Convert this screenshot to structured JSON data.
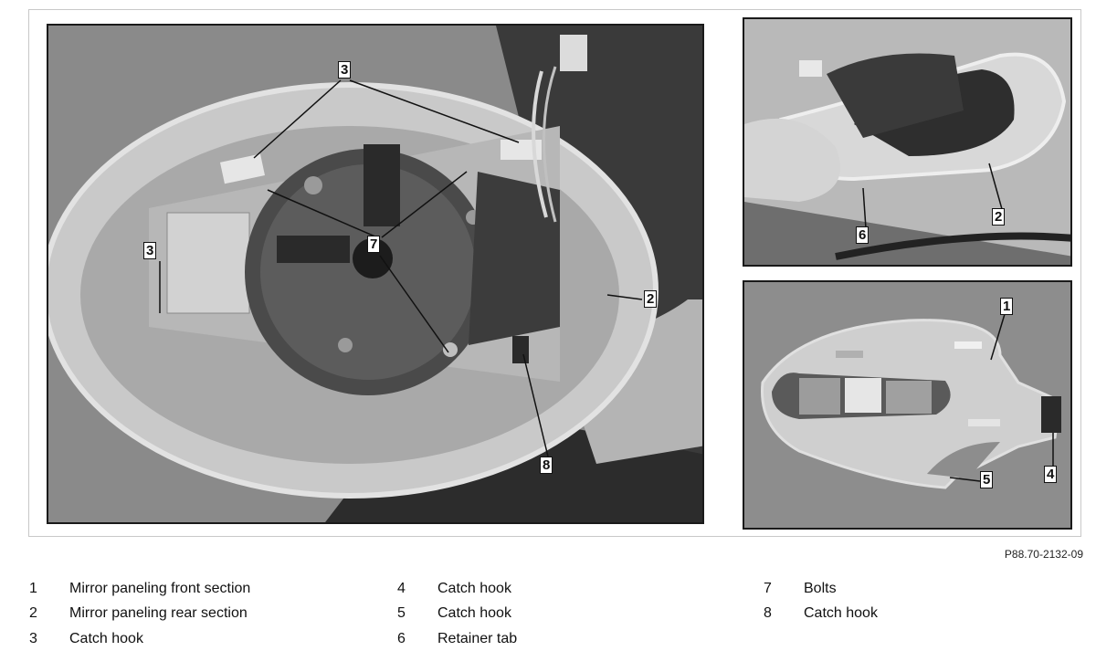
{
  "figure": {
    "id": "P88.70-2132-09",
    "callouts": {
      "main": [
        "3",
        "3",
        "7",
        "2",
        "8"
      ],
      "top_right": [
        "6",
        "2"
      ],
      "bottom_right": [
        "1",
        "5",
        "4"
      ]
    }
  },
  "legend": [
    {
      "number": "1",
      "text": "Mirror paneling front section"
    },
    {
      "number": "2",
      "text": "Mirror paneling rear section"
    },
    {
      "number": "3",
      "text": "Catch hook"
    },
    {
      "number": "4",
      "text": "Catch hook"
    },
    {
      "number": "5",
      "text": "Catch hook"
    },
    {
      "number": "6",
      "text": "Retainer tab"
    },
    {
      "number": "7",
      "text": "Bolts"
    },
    {
      "number": "8",
      "text": "Catch hook"
    }
  ]
}
